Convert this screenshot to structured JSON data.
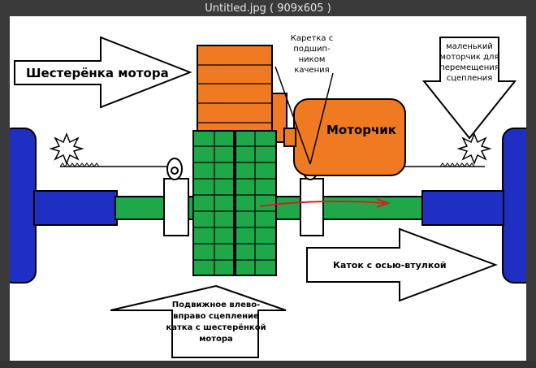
{
  "window": {
    "title": "Untitled.jpg ( 909x605 )"
  },
  "diagram": {
    "labels": {
      "motor_gear": "Шестерёнка мотора",
      "carriage_line1": "Каретка с",
      "carriage_line2": "подшип-",
      "carriage_line3": "ником",
      "carriage_line4": "качения",
      "small_motor_line1": "маленький",
      "small_motor_line2": "моторчик для",
      "small_motor_line3": "перемещения",
      "small_motor_line4": "сцепления",
      "motorchik": "Моторчик",
      "roller": "Каток с осью-втулкой",
      "clutch_line1": "Подвижное влево-",
      "clutch_line2": "вправо сцепление",
      "clutch_line3": "катка с шестерёнкой",
      "clutch_line4": "мотора"
    },
    "colors": {
      "orange": "#f07a22",
      "green": "#1ea84a",
      "blue": "#1f2fc4",
      "white": "#ffffff",
      "black": "#000000",
      "red_arrow": "#d42020"
    }
  }
}
